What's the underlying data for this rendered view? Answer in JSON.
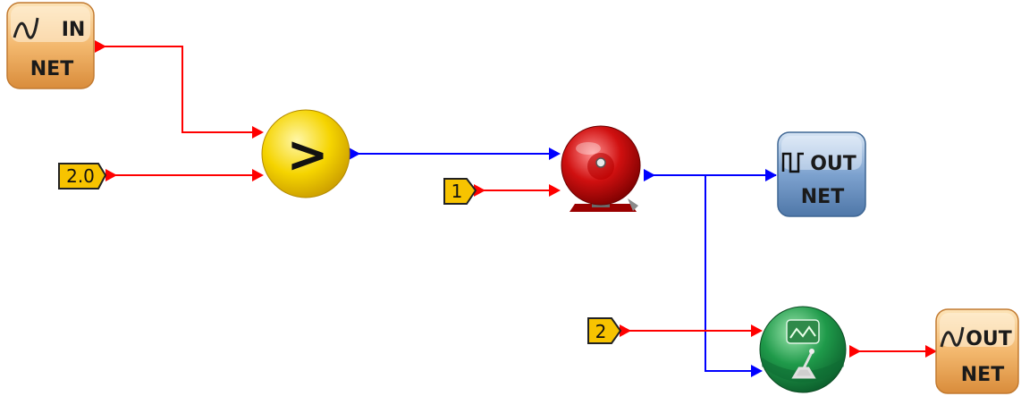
{
  "blocks": {
    "net_in": {
      "top": "IN",
      "bottom": "NET"
    },
    "compare": {
      "symbol": ">"
    },
    "const_20": {
      "value": "2.0"
    },
    "const_1": {
      "value": "1"
    },
    "const_2": {
      "value": "2"
    },
    "net_out_digital": {
      "top": "OUT",
      "bottom": "NET"
    },
    "net_out_analog": {
      "top": "OUT",
      "bottom": "NET"
    }
  },
  "colors": {
    "analog_wire": "#ff0000",
    "digital_wire": "#0000ff",
    "constant_fill": "#f7c300",
    "net_analog_fill": "#f3b86e",
    "net_digital_fill": "#6f97c6",
    "compare_fill": "#f5d400",
    "alarm_fill": "#d01010",
    "switch_fill": "#1f9a4a"
  }
}
